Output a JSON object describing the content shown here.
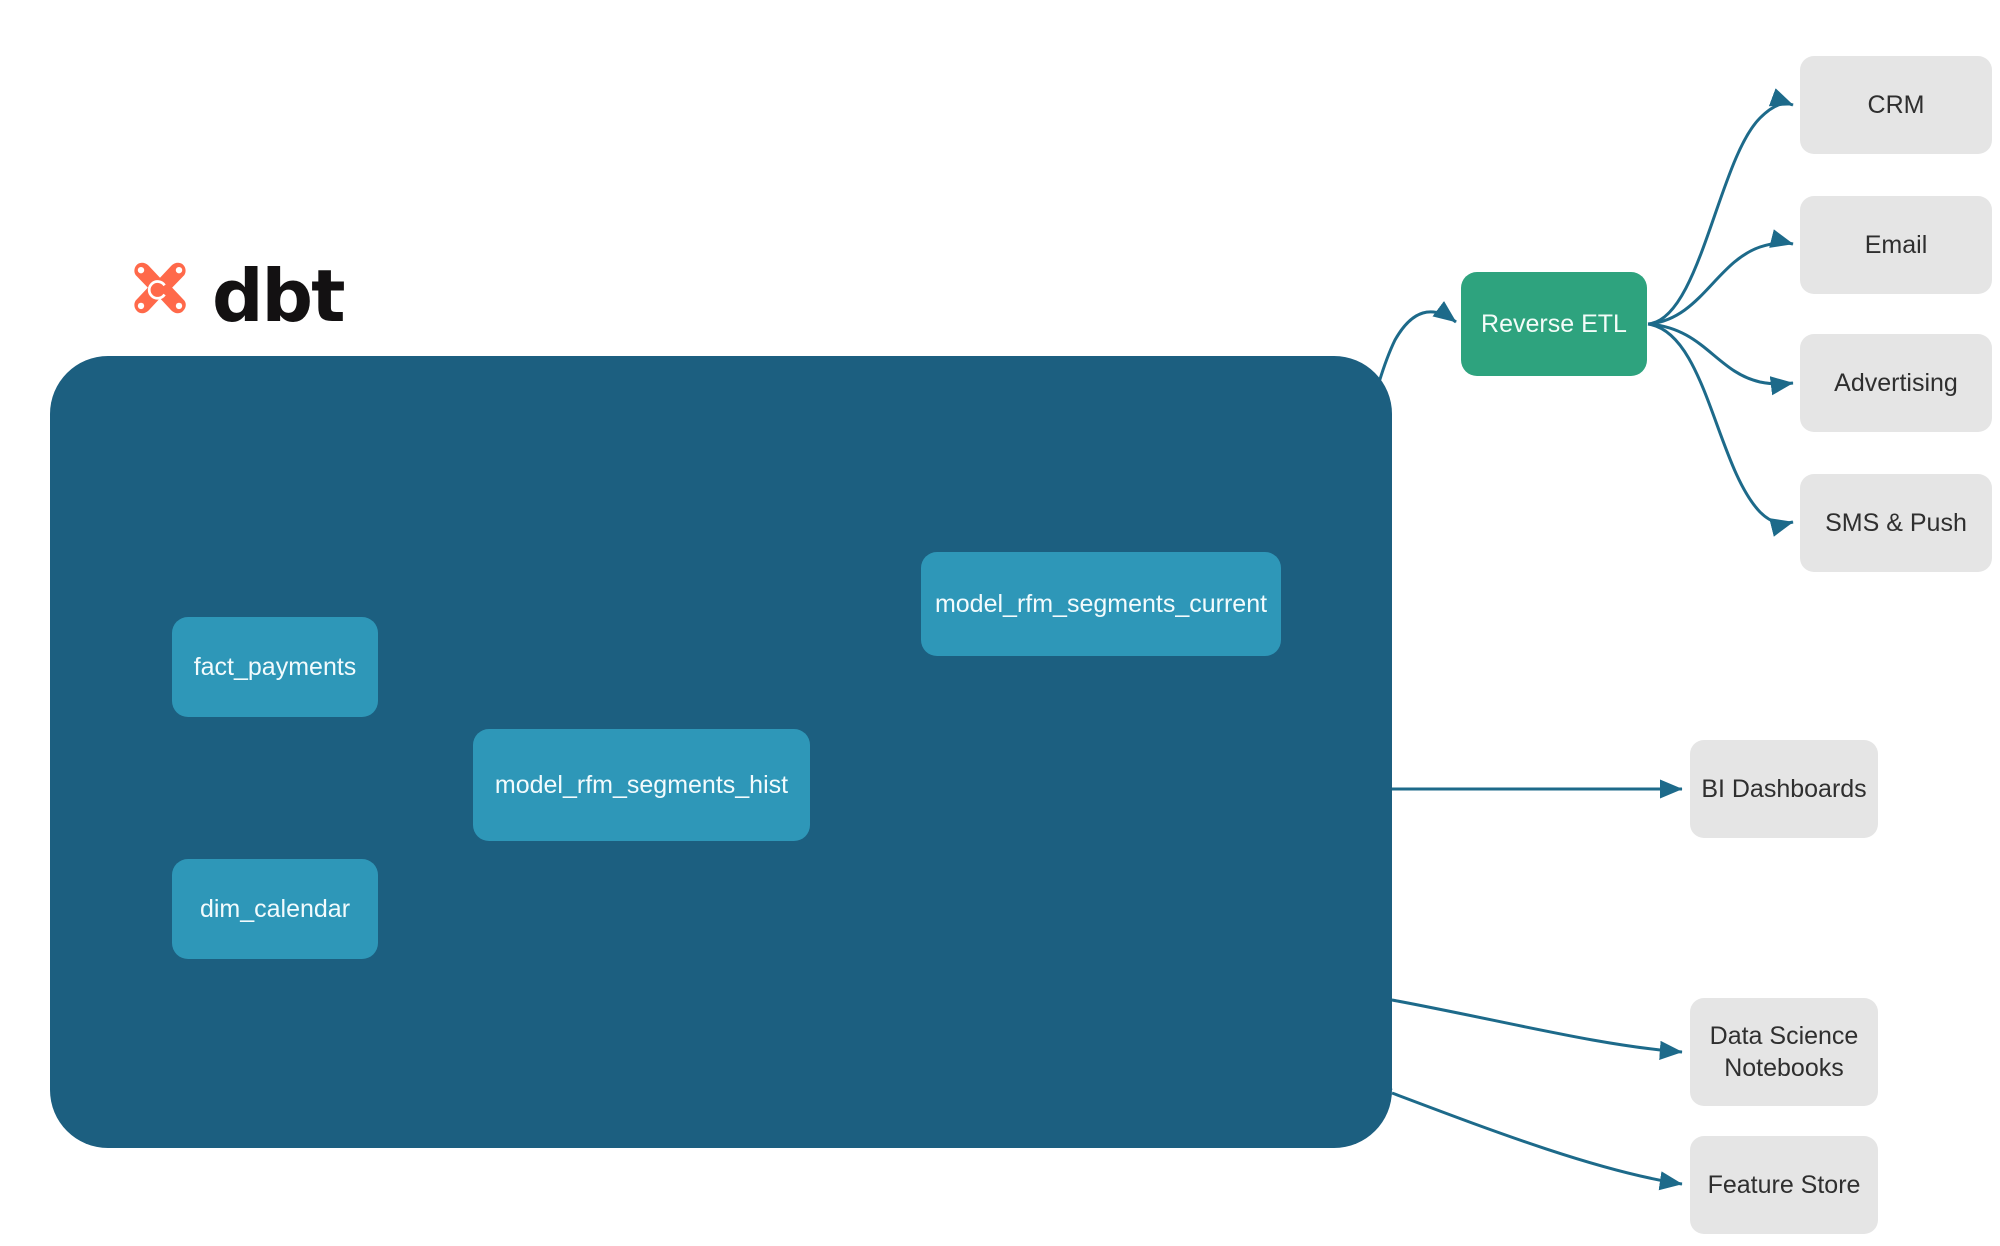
{
  "brand": {
    "wordmark": "dbt",
    "logo_icon": "dbt-x-mark",
    "logo_color": "#FF694A"
  },
  "colors": {
    "warehouse_bg": "#1c5f80",
    "model_node": "#2e97b8",
    "reverse_etl_node": "#2ea37e",
    "destination_node": "#e5e5e5",
    "edge_outside": "#1d6a8a",
    "edge_inside": "#3f9ab6",
    "page_bg": "#ffffff",
    "destination_text": "#2f2f2f",
    "node_text": "#f2fbfd"
  },
  "warehouse": {
    "models": [
      {
        "id": "fact_payments",
        "label": "fact_payments"
      },
      {
        "id": "dim_calendar",
        "label": "dim_calendar"
      },
      {
        "id": "model_rfm_segments_hist",
        "label": "model_rfm_segments_hist"
      },
      {
        "id": "model_rfm_segments_current",
        "label": "model_rfm_segments_current"
      }
    ]
  },
  "activation": {
    "reverse_etl": "Reverse ETL",
    "channels": [
      {
        "id": "crm",
        "label": "CRM"
      },
      {
        "id": "email",
        "label": "Email"
      },
      {
        "id": "advertising",
        "label": "Advertising"
      },
      {
        "id": "sms_push",
        "label": "SMS & Push"
      }
    ]
  },
  "consumers": [
    {
      "id": "bi_dashboards",
      "label": "BI Dashboards",
      "line1": "BI Dashboards",
      "line2": ""
    },
    {
      "id": "data_science_notebooks",
      "label": "Data Science Notebooks",
      "line1": "Data Science",
      "line2": "Notebooks"
    },
    {
      "id": "feature_store",
      "label": "Feature Store",
      "line1": "Feature Store",
      "line2": ""
    }
  ],
  "edges": [
    {
      "from": "fact_payments",
      "to": "model_rfm_segments_hist"
    },
    {
      "from": "dim_calendar",
      "to": "model_rfm_segments_hist"
    },
    {
      "from": "model_rfm_segments_hist",
      "to": "model_rfm_segments_current"
    },
    {
      "from": "model_rfm_segments_current",
      "to": "Reverse ETL"
    },
    {
      "from": "model_rfm_segments_hist",
      "to": "BI Dashboards"
    },
    {
      "from": "model_rfm_segments_hist",
      "to": "Data Science Notebooks"
    },
    {
      "from": "model_rfm_segments_hist",
      "to": "Feature Store"
    },
    {
      "from": "Reverse ETL",
      "to": "CRM"
    },
    {
      "from": "Reverse ETL",
      "to": "Email"
    },
    {
      "from": "Reverse ETL",
      "to": "Advertising"
    },
    {
      "from": "Reverse ETL",
      "to": "SMS & Push"
    }
  ]
}
